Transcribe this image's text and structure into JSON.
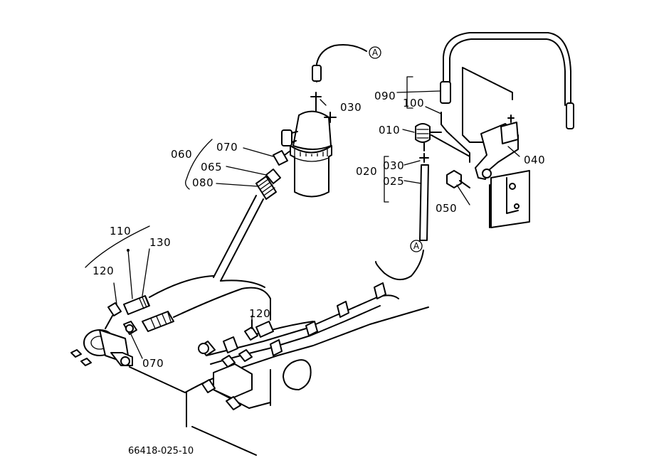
{
  "labels": {
    "p010": "010",
    "p020": "020",
    "p025": "025",
    "p030_top": "030",
    "p030_right": "030",
    "p040": "040",
    "p050": "050",
    "p060": "060",
    "p065": "065",
    "p070_top": "070",
    "p070_bottom": "070",
    "p080": "080",
    "p090": "090",
    "p100": "100",
    "p110": "110",
    "p120_left": "120",
    "p120_mid": "120",
    "p130": "130"
  },
  "connectors": {
    "a_top": "A",
    "a_bottom": "A"
  },
  "drawing_number": "66418-025-10"
}
